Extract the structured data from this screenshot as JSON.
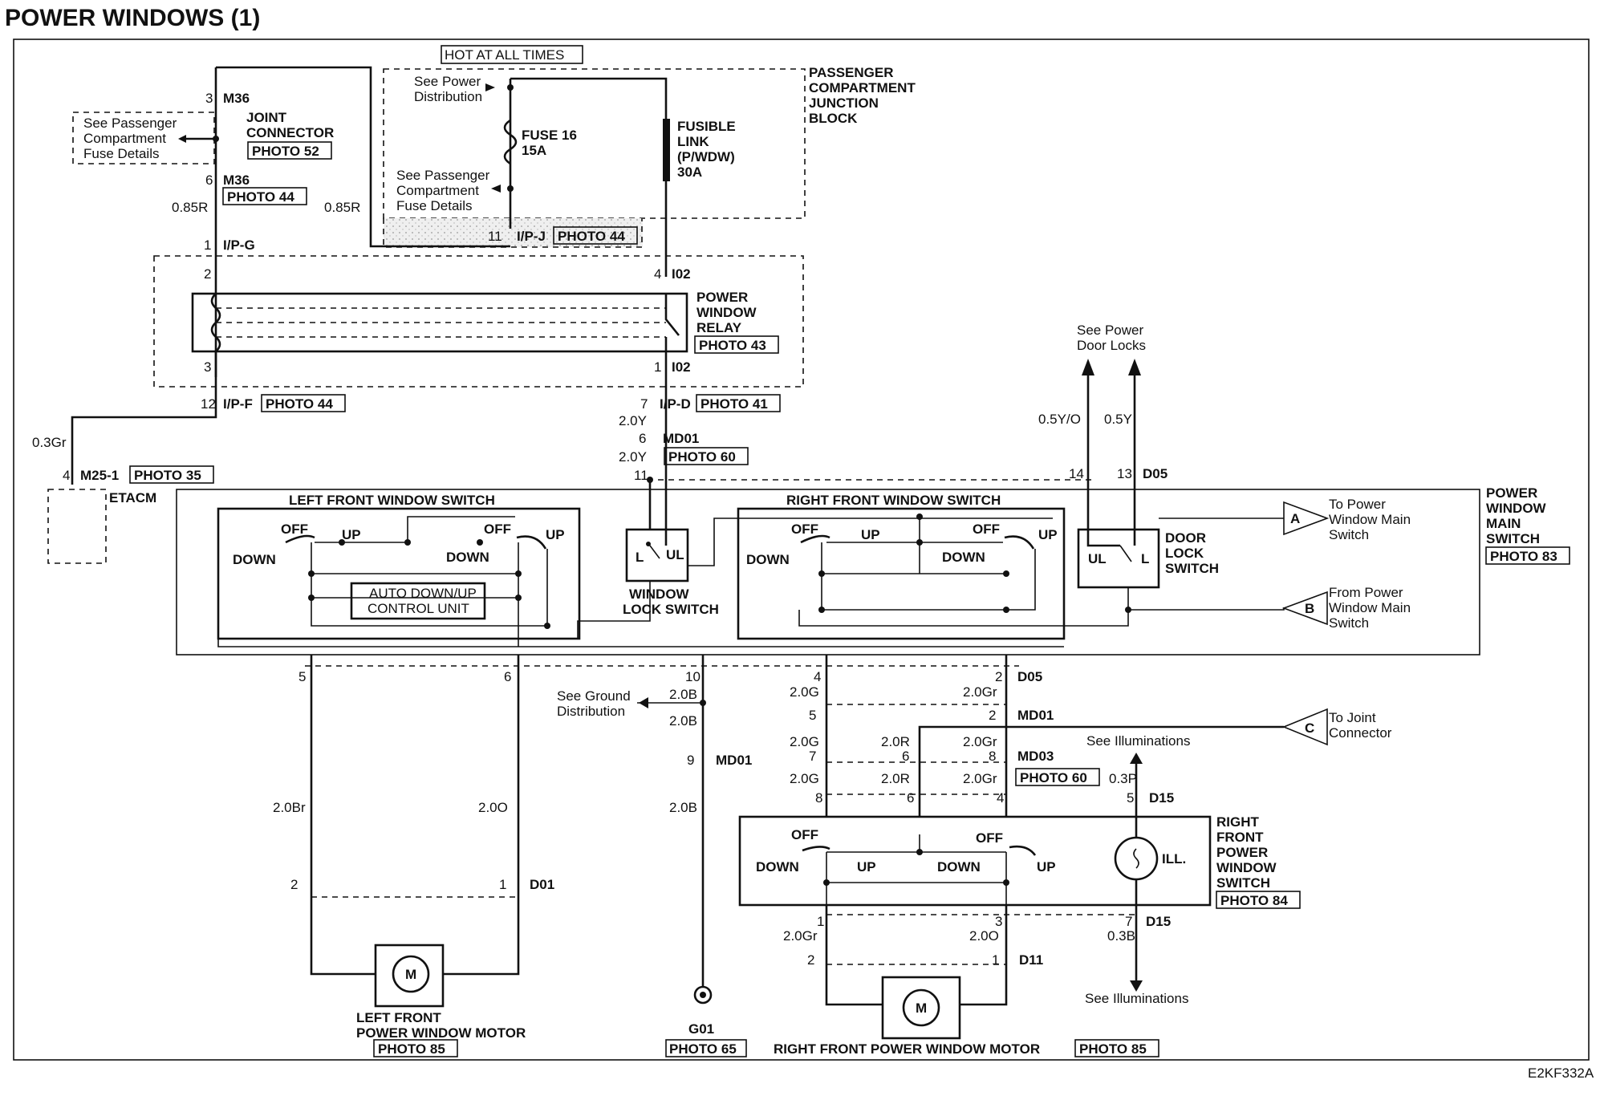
{
  "title": "POWER WINDOWS (1)",
  "code": "E2KF332A",
  "hot_at_all_times": "HOT AT ALL TIMES",
  "junction_block": {
    "name": [
      "PASSENGER",
      "COMPARTMENT",
      "JUNCTION",
      "BLOCK"
    ],
    "see_power_distribution": [
      "See Power",
      "Distribution"
    ],
    "see_pc_fuse_details": [
      "See Passenger",
      "Compartment",
      "Fuse Details"
    ],
    "fuse": [
      "FUSE 16",
      "15A"
    ],
    "fusible_link": [
      "FUSIBLE",
      "LINK",
      "(P/WDW)",
      "30A"
    ]
  },
  "joint_connector": {
    "see": [
      "See Passenger",
      "Compartment",
      "Fuse Details"
    ],
    "name": [
      "JOINT",
      "CONNECTOR"
    ],
    "photo": "PHOTO 52"
  },
  "relay": {
    "name": [
      "POWER",
      "WINDOW",
      "RELAY"
    ],
    "photo": "PHOTO 43"
  },
  "etacm": "ETACM",
  "left_switch": {
    "title": "LEFT FRONT WINDOW SWITCH",
    "off": "OFF",
    "up": "UP",
    "down": "DOWN",
    "auto_unit": [
      "AUTO DOWN/UP",
      "CONTROL UNIT"
    ]
  },
  "window_lock": {
    "name": [
      "WINDOW",
      "LOCK SWITCH"
    ],
    "l": "L",
    "ul": "UL"
  },
  "right_switch_main": {
    "title": "RIGHT FRONT WINDOW SWITCH",
    "off": "OFF",
    "up": "UP",
    "down": "DOWN"
  },
  "door_lock": {
    "name": [
      "DOOR",
      "LOCK",
      "SWITCH"
    ],
    "ul": "UL",
    "l": "L"
  },
  "main_switch": {
    "name": [
      "POWER",
      "WINDOW",
      "MAIN",
      "SWITCH"
    ],
    "photo": "PHOTO 83"
  },
  "see_power_door_locks": [
    "See Power",
    "Door Locks"
  ],
  "connector_a": {
    "letter": "A",
    "text": [
      "To Power",
      "Window Main",
      "Switch"
    ]
  },
  "connector_b": {
    "letter": "B",
    "text": [
      "From Power",
      "Window Main",
      "Switch"
    ]
  },
  "connector_c": {
    "letter": "C",
    "text": [
      "To Joint",
      "Connector"
    ]
  },
  "see_ground": [
    "See Ground",
    "Distribution"
  ],
  "see_illuminations": "See Illuminations",
  "right_switch": {
    "name": [
      "RIGHT",
      "FRONT",
      "POWER",
      "WINDOW",
      "SWITCH"
    ],
    "photo": "PHOTO 84",
    "off": "OFF",
    "up": "UP",
    "down": "DOWN",
    "ill": "ILL."
  },
  "left_motor": {
    "name": [
      "LEFT FRONT",
      "POWER WINDOW MOTOR"
    ],
    "photo": "PHOTO 85",
    "m": "M"
  },
  "right_motor": {
    "name": "RIGHT FRONT POWER WINDOW MOTOR",
    "photo": "PHOTO 85",
    "m": "M"
  },
  "ground": {
    "name": "G01",
    "photo": "PHOTO 65"
  },
  "connectors": {
    "m36_top": {
      "pin": "3",
      "name": "M36"
    },
    "m36_bot": {
      "pin": "6",
      "name": "M36",
      "photo": "PHOTO 44"
    },
    "ipg": {
      "pin": "1",
      "name": "I/P-G"
    },
    "ipj": {
      "pin": "11",
      "name": "I/P-J",
      "photo": "PHOTO 44"
    },
    "relay_pin2": "2",
    "relay_pin3": "3",
    "relay_pin4": {
      "pin": "4",
      "name": "I02"
    },
    "relay_pin1": {
      "pin": "1",
      "name": "I02"
    },
    "ipf": {
      "pin": "12",
      "name": "I/P-F",
      "photo": "PHOTO 44"
    },
    "ipd": {
      "pin": "7",
      "name": "I/P-D",
      "photo": "PHOTO 41"
    },
    "md01_top": {
      "pin": "6",
      "name": "MD01",
      "photo": "PHOTO 60"
    },
    "main_pin11": "11",
    "m25": {
      "pin": "4",
      "name": "M25-1",
      "photo": "PHOTO 35"
    },
    "d05_top": {
      "pin14": "14",
      "pin13": "13",
      "name": "D05"
    },
    "main_bottom": {
      "p5": "5",
      "p6": "6",
      "p10": "10",
      "p4": "4",
      "p2": "2",
      "name": "D05"
    },
    "md01_right": {
      "p5": "5",
      "p2": "2",
      "name": "MD01"
    },
    "md03": {
      "p7": "7",
      "p6": "6",
      "p8": "8",
      "name": "MD03"
    },
    "md03_lower": {
      "p8": "8",
      "p6": "6",
      "p4": "4",
      "photo": "PHOTO 60"
    },
    "d15_top": {
      "pin": "5",
      "name": "D15"
    },
    "md01_ground": {
      "pin": "9",
      "name": "MD01"
    },
    "d01": {
      "p2": "2",
      "p1": "1",
      "name": "D01"
    },
    "rf_bottom": {
      "p1": "1",
      "p3": "3",
      "p7": "7",
      "name": "D15"
    },
    "d11": {
      "p2": "2",
      "p1": "1",
      "name": "D11"
    }
  },
  "wires": {
    "r085_left": "0.85R",
    "r085_right": "0.85R",
    "gr03": "0.3Gr",
    "y20_a": "2.0Y",
    "y20_b": "2.0Y",
    "yo05": "0.5Y/O",
    "y05": "0.5Y",
    "b20_a": "2.0B",
    "b20_b": "2.0B",
    "b20_c": "2.0B",
    "br20": "2.0Br",
    "o20": "2.0O",
    "g20_a": "2.0G",
    "g20_b": "2.0G",
    "g20_c": "2.0G",
    "gr20_a": "2.0Gr",
    "gr20_b": "2.0Gr",
    "gr20_c": "2.0Gr",
    "r20_a": "2.0R",
    "r20_b": "2.0R",
    "p03": "0.3P",
    "b03": "0.3B",
    "gr20_d": "2.0Gr",
    "o20_b": "2.0O"
  }
}
